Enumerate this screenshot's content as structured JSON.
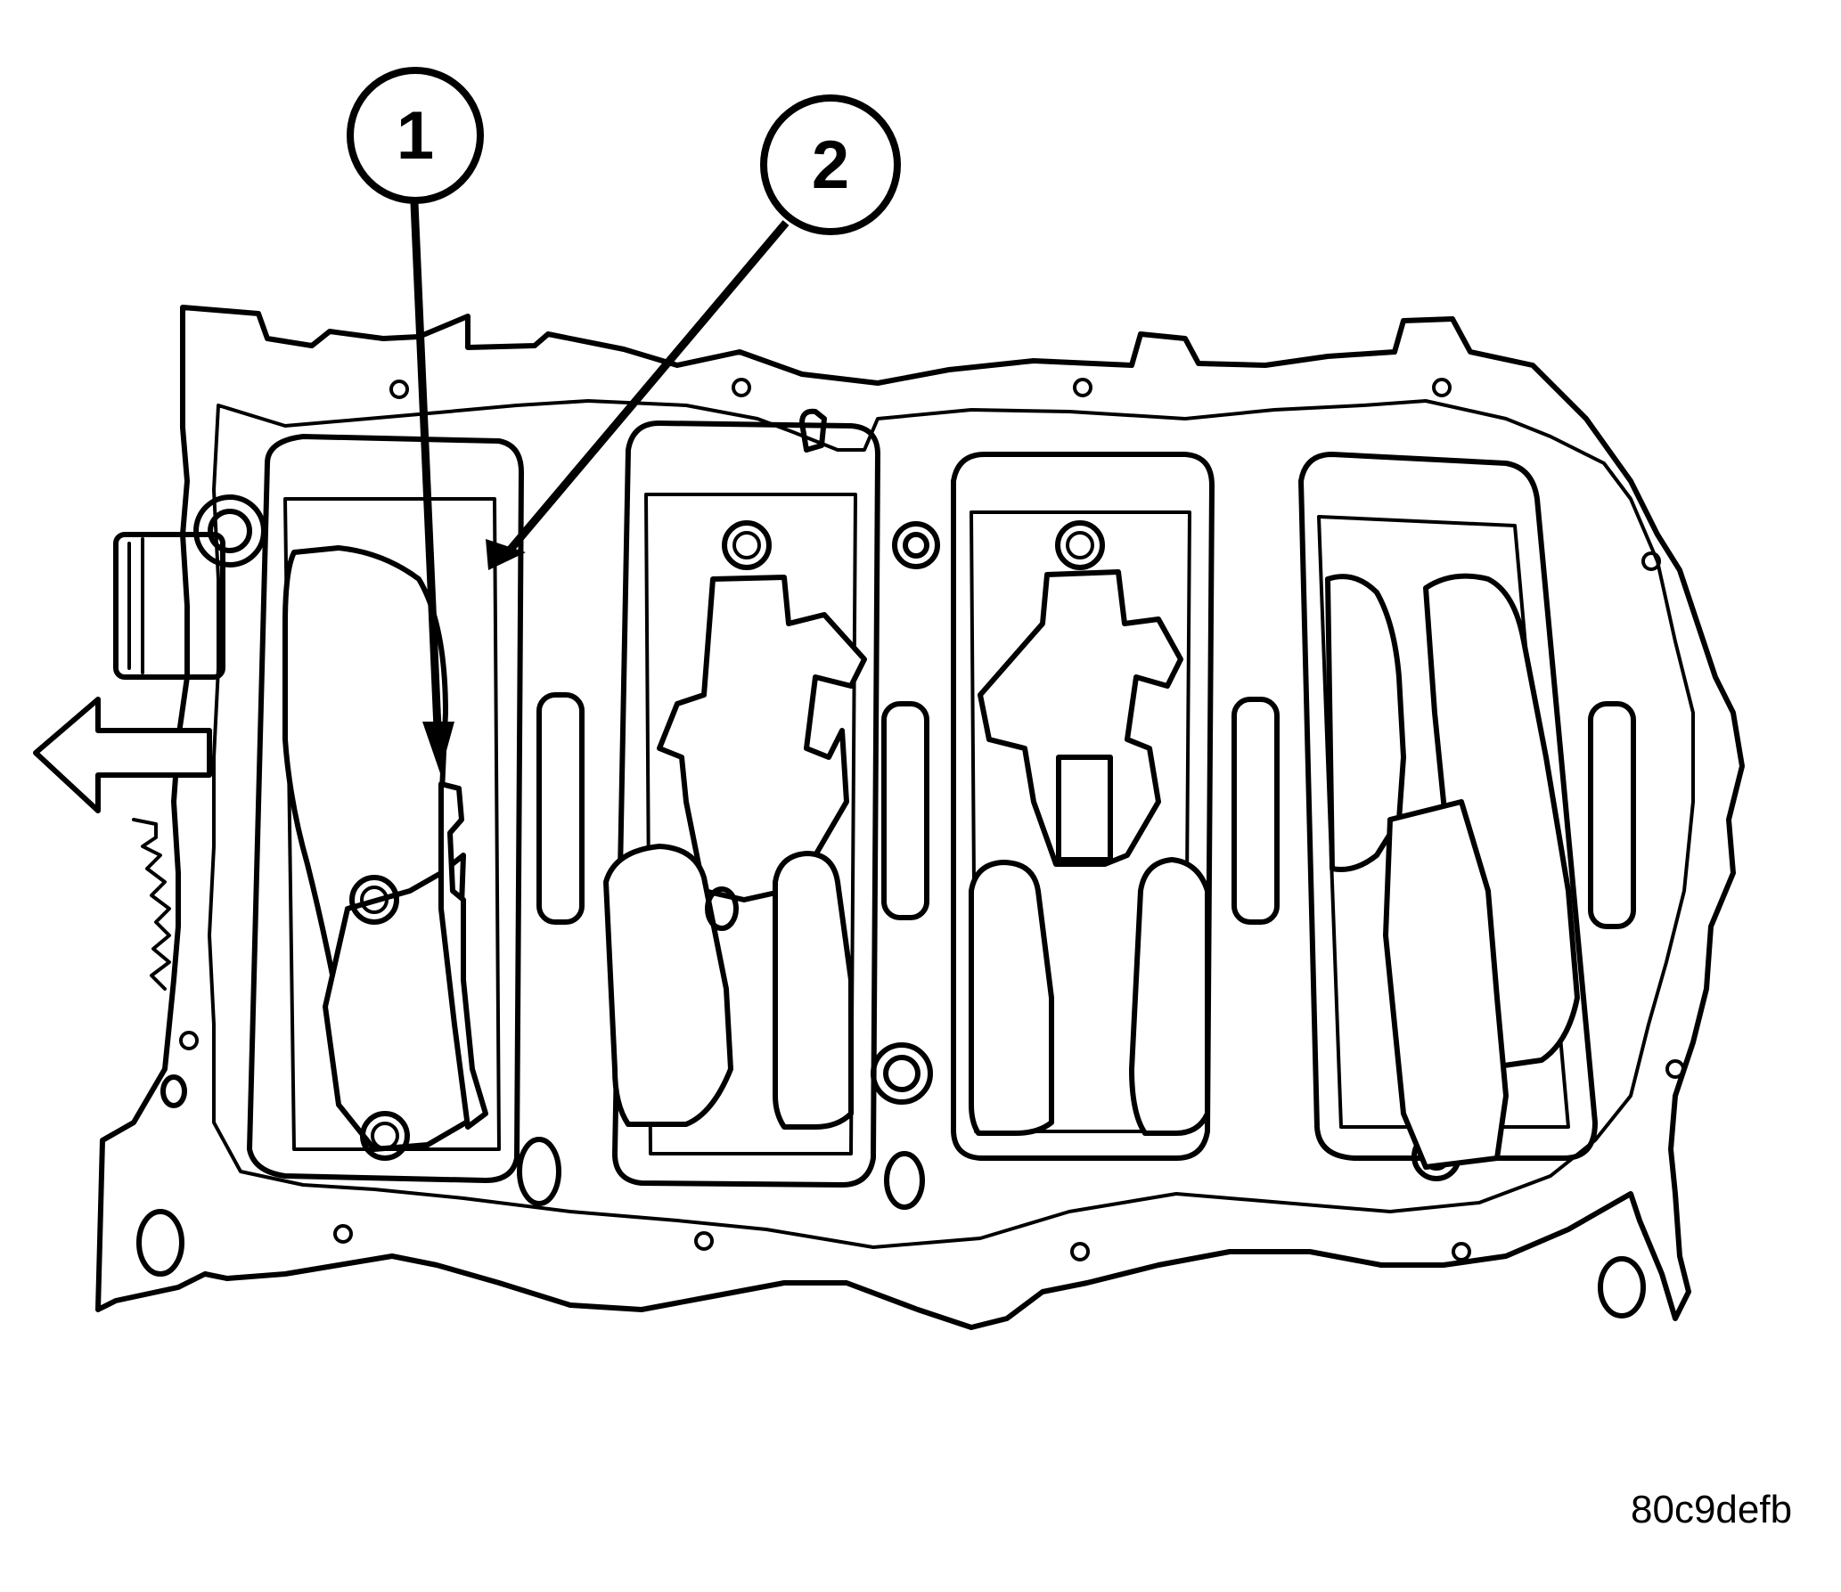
{
  "callouts": [
    {
      "number": "1"
    },
    {
      "number": "2"
    }
  ],
  "figure_id": "80c9defb",
  "icons": [
    "direction-arrow-icon"
  ],
  "colors": {
    "line": "#000000",
    "background": "#ffffff"
  }
}
